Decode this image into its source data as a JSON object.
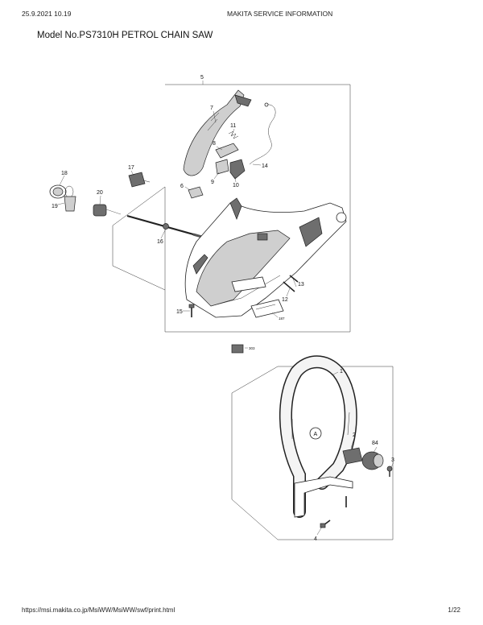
{
  "header": {
    "date": "25.9.2021 10.19",
    "site": "MAKITA SERVICE INFORMATION"
  },
  "title": "Model No.PS7310H PETROL CHAIN SAW",
  "footer": {
    "url": "https://msi.makita.co.jp/MsiWW/MsiWW/swf/print.html",
    "page": "1/22"
  },
  "callouts": {
    "n1": "1",
    "n2": "2",
    "n3": "3",
    "n4": "4",
    "n5": "5",
    "n6": "6",
    "n7": "7",
    "n8": "8",
    "n9": "9",
    "n10": "10",
    "n11": "11",
    "n12": "12",
    "n13": "13",
    "n14": "14",
    "n15": "15",
    "n16": "16",
    "n17": "17",
    "n18": "18",
    "n19": "19",
    "n20": "20",
    "n84": "84",
    "n187": "187",
    "n303": "303",
    "circle_a": "A"
  }
}
